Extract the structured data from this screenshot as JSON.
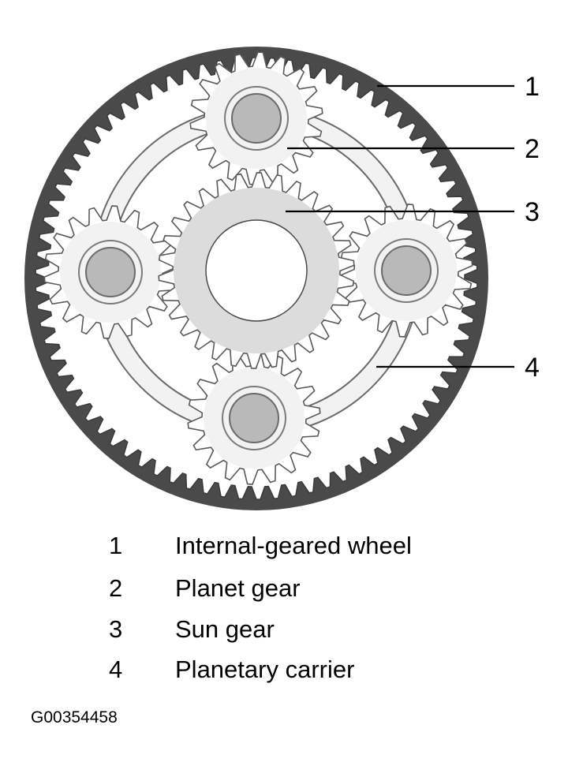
{
  "diagram": {
    "callouts": [
      {
        "number": "1"
      },
      {
        "number": "2"
      },
      {
        "number": "3"
      },
      {
        "number": "4"
      }
    ],
    "colors": {
      "ring_outer": "#4a4a4a",
      "tooth_fill": "#ffffff",
      "tooth_stroke": "#5a5a5a",
      "planet_fill": "#d6d6d6",
      "hub_fill": "#b9b9b9",
      "carrier_fill": "#f2f2f2",
      "sun_fill": "#dcdcdc"
    }
  },
  "legend": {
    "items": [
      {
        "number": "1",
        "label": "Internal-geared wheel"
      },
      {
        "number": "2",
        "label": "Planet gear"
      },
      {
        "number": "3",
        "label": "Sun gear"
      },
      {
        "number": "4",
        "label": "Planetary carrier"
      }
    ]
  },
  "figure_id": "G00354458"
}
